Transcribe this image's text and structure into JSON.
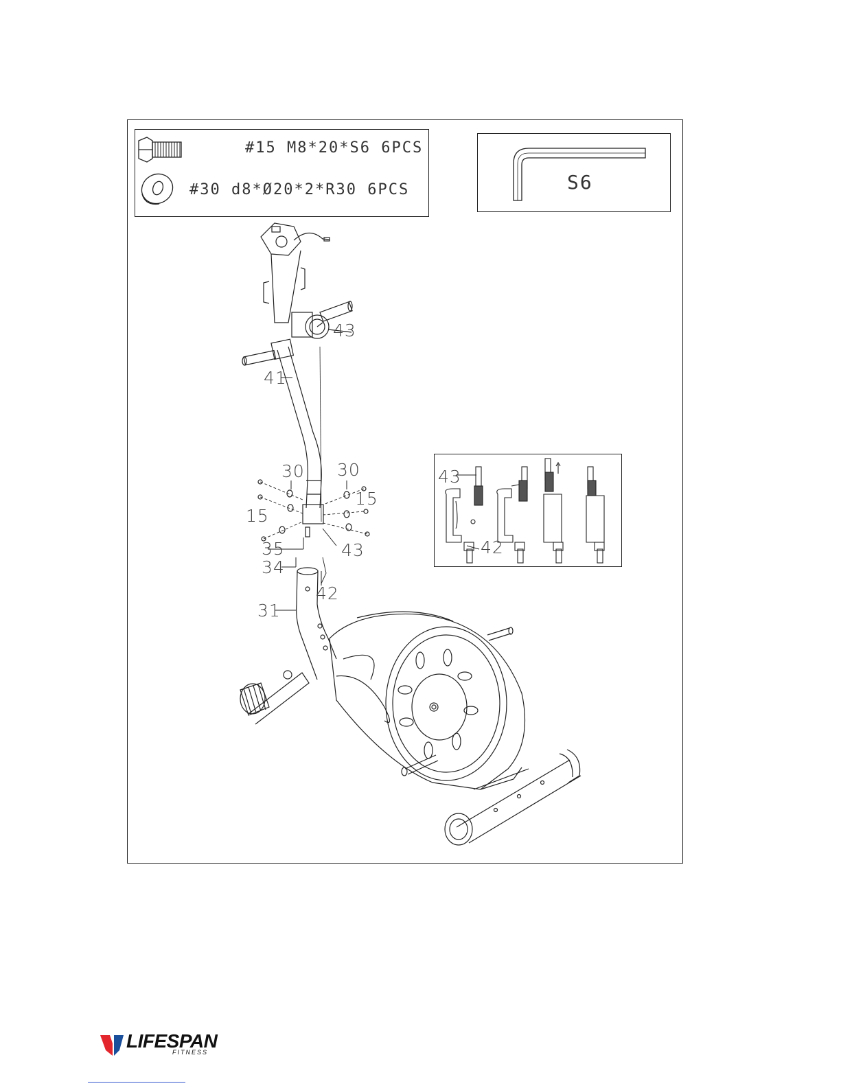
{
  "hardware": {
    "bolt": {
      "code": "#15",
      "spec": "M8*20*S6",
      "qty": "6PCS"
    },
    "washer": {
      "code": "#30",
      "spec": "d8*Ø20*2*R30",
      "qty": "6PCS"
    }
  },
  "tool": {
    "label": "S6"
  },
  "callouts": {
    "c43_top": "43",
    "c41": "41",
    "c30_left": "30",
    "c30_right": "30",
    "c15_left": "15",
    "c15_right": "15",
    "c35": "35",
    "c43_mid": "43",
    "c34": "34",
    "c42": "42",
    "c31": "31"
  },
  "inset": {
    "c43": "43",
    "c42": "42"
  },
  "brand": {
    "name": "LIFESPAN",
    "sub": "FITNESS",
    "colors": {
      "red": "#e3262d",
      "blue": "#1a4f9c"
    }
  }
}
